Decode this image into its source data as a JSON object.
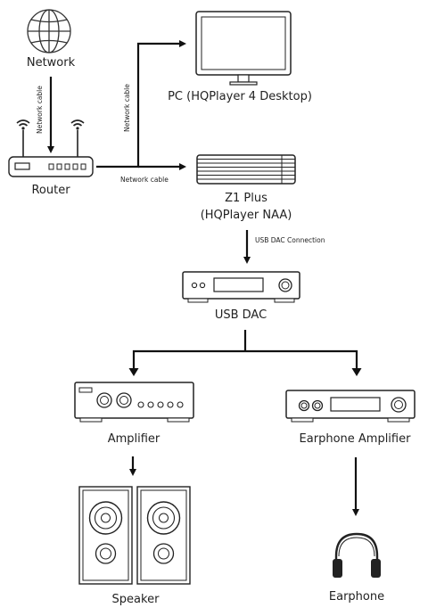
{
  "nodes": {
    "network": "Network",
    "router": "Router",
    "pc": "PC (HQPlayer 4 Desktop)",
    "z1_line1": "Z1 Plus",
    "z1_line2": "(HQPlayer NAA)",
    "usb_dac": "USB DAC",
    "amplifier": "Amplifier",
    "earphone_amplifier": "Earphone Amplifier",
    "speaker": "Speaker",
    "earphone": "Earphone"
  },
  "connections": {
    "network_cable_vertical_left": "Network cable",
    "network_cable_vertical_right": "Network cable",
    "network_cable_horizontal": "Network cable",
    "usb_dac_connection": "USB DAC Connection"
  }
}
